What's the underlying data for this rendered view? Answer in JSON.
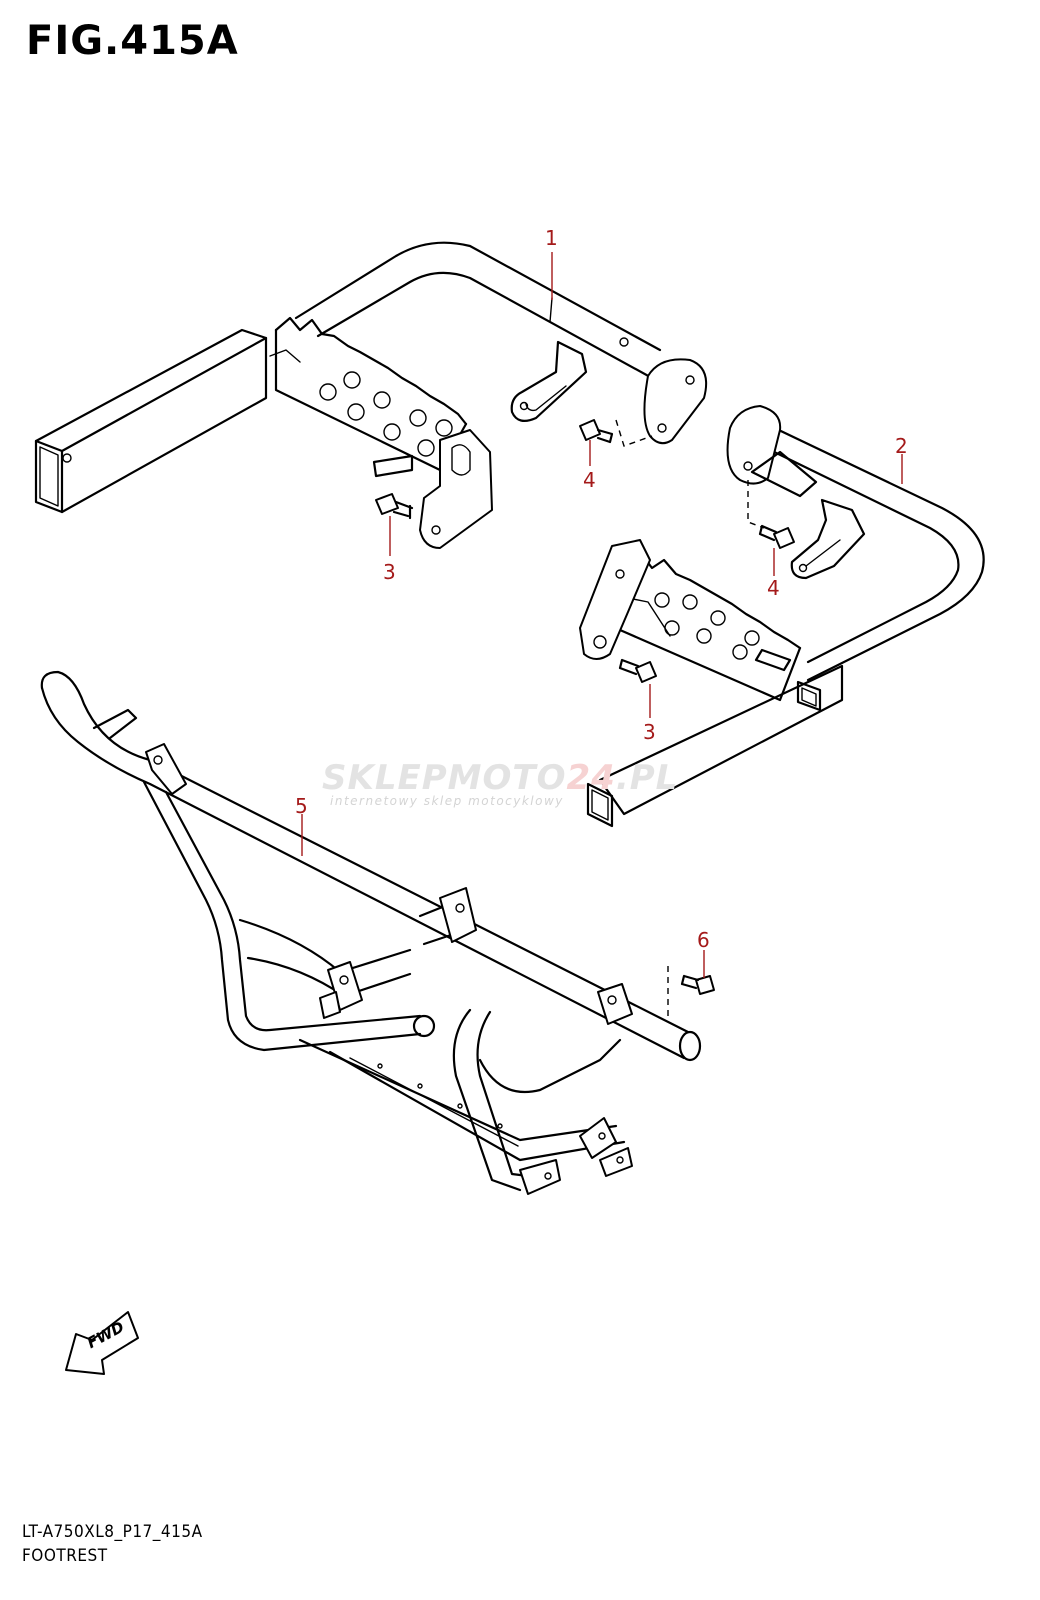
{
  "figure": {
    "title": "FIG.415A"
  },
  "callouts": [
    {
      "id": "1",
      "label": "1"
    },
    {
      "id": "2",
      "label": "2"
    },
    {
      "id": "3a",
      "label": "3"
    },
    {
      "id": "3b",
      "label": "3"
    },
    {
      "id": "4a",
      "label": "4"
    },
    {
      "id": "4b",
      "label": "4"
    },
    {
      "id": "5",
      "label": "5"
    },
    {
      "id": "6",
      "label": "6"
    }
  ],
  "watermark": {
    "brand_left": "SKLEPMOTO",
    "brand_accent": "24",
    "brand_right": ".PL",
    "tagline": "internetowy sklep motocyklowy"
  },
  "direction_badge": {
    "text": "FWD"
  },
  "footer": {
    "code": "LT-A750XL8_P17_415A",
    "name": "FOOTREST"
  },
  "colors": {
    "callout": "#a41a1a",
    "line": "#000000",
    "watermark": "#e3e3e3"
  }
}
